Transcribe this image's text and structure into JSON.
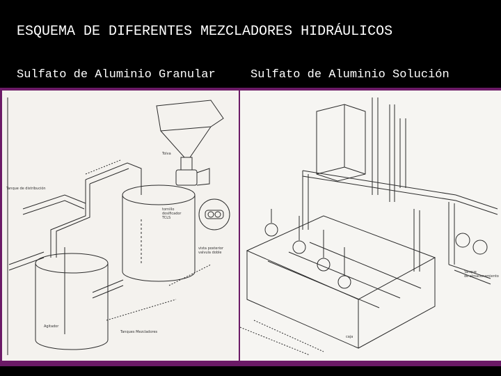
{
  "slide": {
    "title": "ESQUEMA DE DIFERENTES MEZCLADORES HIDRÁULICOS",
    "subtitle_left": "Sulfato de Aluminio Granular",
    "subtitle_right": "Sulfato de Aluminio Solución"
  },
  "left_diagram": {
    "labels": {
      "tolva": "Tolva",
      "tanque_distribucion": "Tanque de distribución",
      "tornillo": "tornillo\ndosificador\nTCLS",
      "vista_posterior": "vista posterior\nvalvula doble",
      "agitador": "Agitador",
      "tanques": "Tanques Mezcladores"
    }
  },
  "right_diagram": {
    "labels": {
      "tanque_almacenamiento": "Tanque\nde almacenamiento",
      "caja_mezcla": "caja"
    }
  },
  "colors": {
    "background": "#000000",
    "frame": "#6b1a66",
    "paper": "#f4f2ee",
    "ink": "#2a2a2a"
  }
}
